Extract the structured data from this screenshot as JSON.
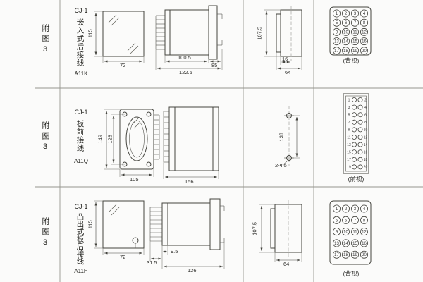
{
  "doc": {
    "background": "#fbfbfa",
    "line_color": "#45453f"
  },
  "table": {
    "rows": [
      {
        "fig": "附图3",
        "model": "CJ-1",
        "mount": "嵌入式后接线",
        "code": "A11K",
        "view_caption": "(背视)",
        "dims": {
          "front_height": "115",
          "front_width": "72",
          "body_depth": "100.5",
          "total_depth": "122.5",
          "flange_depth": "85",
          "profile_height": "107.5",
          "profile_step": "16",
          "profile_width": "64"
        },
        "terminals": [
          1,
          2,
          3,
          4,
          5,
          6,
          7,
          8,
          9,
          10,
          11,
          12,
          13,
          14,
          15,
          16,
          17,
          18,
          19,
          20
        ]
      },
      {
        "fig": "附图3",
        "model": "CJ-1",
        "mount": "板前接线",
        "code": "A11Q",
        "view_caption": "(前视)",
        "dims": {
          "front_height": "149",
          "inner_height": "128",
          "front_width": "105",
          "body_depth": "156",
          "hole_spacing": "133",
          "hole_note": "2-Φ5"
        },
        "terminals_left": [
          1,
          3,
          5,
          7,
          9,
          11,
          13,
          15,
          17,
          19
        ],
        "terminals_right": [
          2,
          4,
          6,
          8,
          10,
          12,
          14,
          16,
          18,
          20
        ]
      },
      {
        "fig": "附图3",
        "model": "CJ-1",
        "mount": "凸出式板后接线",
        "code": "A11H",
        "view_caption": "(背视)",
        "dims": {
          "front_height": "115",
          "front_width": "72",
          "pin_length": "9.5",
          "pin_total": "31.5",
          "body_depth": "126",
          "profile_height": "107.5",
          "profile_width": "64"
        },
        "terminals": [
          1,
          2,
          3,
          4,
          5,
          6,
          7,
          8,
          9,
          10,
          11,
          12,
          13,
          14,
          15,
          16,
          17,
          18,
          19,
          20
        ]
      }
    ]
  }
}
